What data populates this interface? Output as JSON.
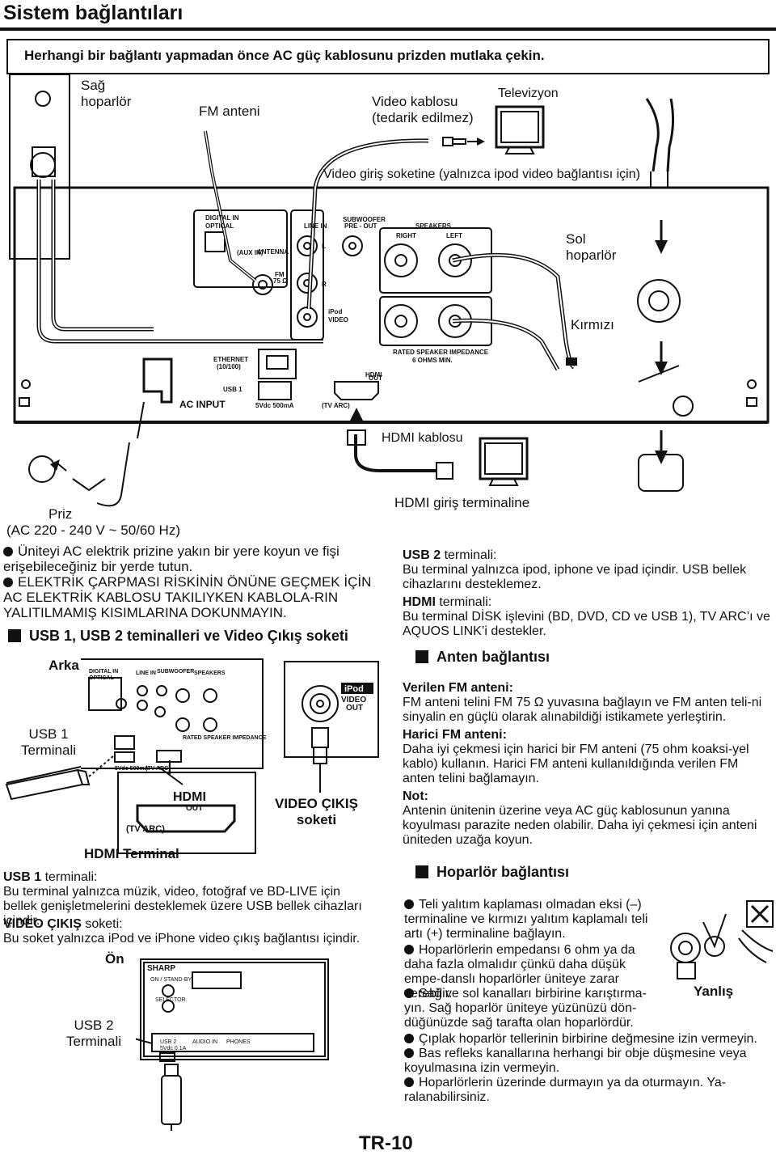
{
  "page_title": "Sistem bağlantıları",
  "warning": "Herhangi bir bağlantı yapmadan önce AC güç kablosunu prizden mutlaka çekin.",
  "diagram_labels": {
    "right_speaker": "Sağ\nhoparlör",
    "fm_antenna": "FM anteni",
    "video_cable": "Video kablosu\n(tedarik edilmez)",
    "television": "Televizyon",
    "video_input_note": "Video giriş soketine (yalnızca ipod video bağlantısı için)",
    "left_speaker": "Sol\nhoparlör",
    "red": "Kırmızı",
    "hdmi_cable": "HDMI kablosu",
    "outlet": "Priz",
    "outlet_spec": "(AC 220 - 240 V ~ 50/60 Hz)",
    "hdmi_input": "HDMI giriş terminaline"
  },
  "panel_labels": {
    "digital_in": "DIGITAL IN",
    "optical": "OPTICAL",
    "aux_in": "(AUX IN)",
    "antenna": "ANTENNA",
    "fm": "FM",
    "fm_ohm": "75 Ω",
    "line_in": "LINE IN",
    "l": "L",
    "r": "R",
    "subwoofer": "SUBWOOFER",
    "pre_out": "PRE - OUT",
    "speakers": "SPEAKERS",
    "right": "RIGHT",
    "left": "LEFT",
    "ipod": "iPod",
    "video": "VIDEO",
    "out": "OUT",
    "ethernet": "ETHERNET",
    "ethernet_spec": "(10/100)",
    "usb1": "USB 1",
    "usb_spec": "5Vdc 500mA",
    "ac_input": "AC INPUT",
    "tv_arc": "(TV ARC)",
    "hdmi_logo": "HDMI",
    "impedance": "RATED SPEAKER IMPEDANCE",
    "impedance_value": "6 OHMS MIN.",
    "brand": "SHARP",
    "on_standby": "ON / STAND-BY",
    "selector": "SELECTOR",
    "usb2": "USB 2",
    "usb2_spec": "5Vdc 0.1A",
    "audio_in": "AUDIO IN",
    "phones": "PHONES"
  },
  "left_bullets": [
    "Üniteyi AC elektrik prizine yakın bir yere koyun ve fişi erişebileceğiniz bir yerde tutun.",
    "ELEKTRİK ÇARPMASI RİSKİNİN ÖNÜNE GEÇMEK İÇİN AC ELEKTRİK KABLOSU TAKILIYKEN KABLOLA-RIN YALITILMAMIŞ KISIMLARINA DOKUNMAYIN."
  ],
  "usb_section": {
    "heading": "USB 1, USB 2 teminalleri ve Video Çıkış soketi",
    "rear": "Arka",
    "usb1_terminal": "USB 1\nTerminali",
    "video_out": "VIDEO ÇIKIŞ\nsoketi",
    "hdmi_terminal": "HDMI Terminal",
    "usb1_label": "USB 1",
    "usb1_suffix": " terminali:",
    "usb1_desc": "Bu terminal yalnızca müzik, video, fotoğraf ve BD-LIVE için bellek genişletmelerini desteklemek üzere USB bellek cihazları içindir.",
    "video_out_label": "VIDEO ÇIKIŞ",
    "video_out_suffix": " soketi:",
    "video_out_desc": "Bu soket yalnızca iPod ve iPhone video çıkış bağlantısı içindir.",
    "front": "Ön",
    "usb2_terminal": "USB 2\nTerminali"
  },
  "right_col": {
    "usb2_label": "USB 2",
    "usb2_suffix": " terminali:",
    "usb2_desc": "Bu terminal yalnızca ipod, iphone ve ipad içindir. USB bellek cihazlarını desteklemez.",
    "hdmi_label": "HDMI",
    "hdmi_suffix": " terminali:",
    "hdmi_desc": "Bu terminal DİSK işlevini (BD, DVD, CD ve USB 1), TV ARC’ı ve AQUOS LINK’i destekler.",
    "antenna_heading": "Anten bağlantısı",
    "supplied_fm": "Verilen FM anteni:",
    "supplied_fm_desc": "FM anteni telini FM 75 Ω yuvasına bağlayın ve FM anten teli-ni sinyalin en güçlü olarak alınabildiği istikamete yerleştirin.",
    "external_fm": "Harici FM anteni:",
    "external_fm_desc": "Daha iyi çekmesi için harici bir FM anteni (75 ohm koaksi-yel kablo) kullanın. Harici FM anteni kullanıldığında verilen FM anten telini bağlamayın.",
    "note": "Not:",
    "note_desc": "Antenin ünitenin üzerine veya AC güç kablosunun yanına koyulması parazite neden olabilir. Daha iyi çekmesi için anteni üniteden uzağa koyun.",
    "speaker_heading": "Hoparlör bağlantısı",
    "wrong": "Yanlış",
    "speaker_bullets": [
      "Teli yalıtım kaplaması olmadan eksi (–) terminaline ve kırmızı yalıtım kaplamalı teli artı (+) terminaline bağlayın.",
      "Hoparlörlerin empedansı 6 ohm ya da daha fazla olmalıdır çünkü daha düşük empe-danslı hoparlörler üniteye zarar verebilir.",
      "Sağ ve sol kanalları birbirine karıştırma-yın. Sağ hoparlör üniteye yüzünüzü dön-düğünüzde sağ tarafta olan hoparlördür.",
      "Çıplak hoparlör tellerinin birbirine değmesine izin vermeyin.",
      "Bas refleks kanallarına herhangi bir obje düşmesine veya koyulmasına izin vermeyin.",
      "Hoparlörlerin üzerinde durmayın ya da oturmayın. Ya-ralanabilirsiniz."
    ]
  },
  "page_number": "TR-10"
}
